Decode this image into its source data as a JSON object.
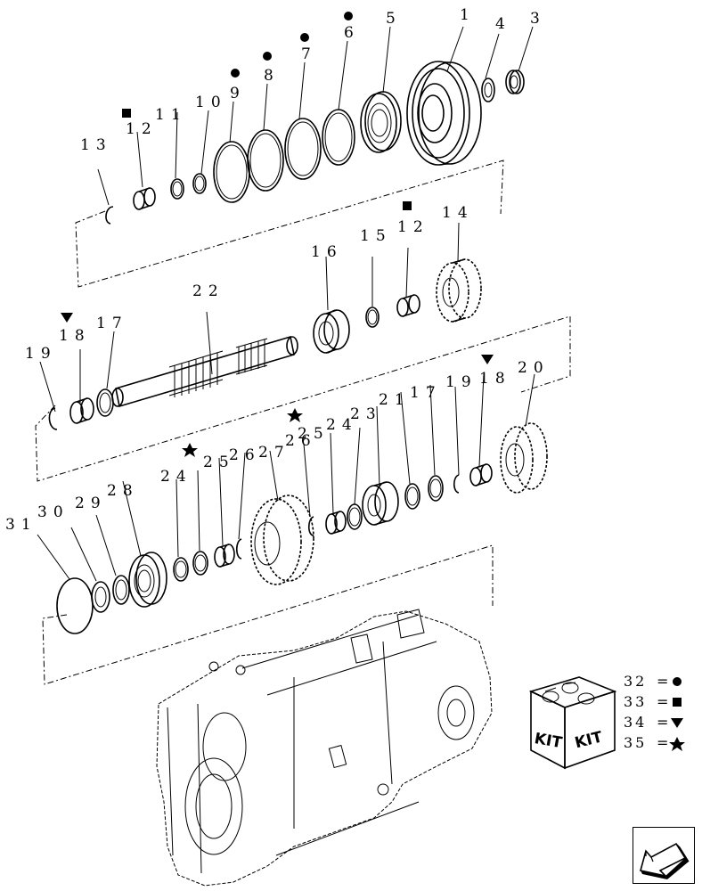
{
  "callouts": {
    "c1": "1",
    "c3": "3",
    "c4": "4",
    "c5": "5",
    "c6": "6",
    "c7": "7",
    "c8": "8",
    "c9": "9",
    "c10": "10",
    "c11": "11",
    "c12a": "12",
    "c13": "13",
    "c14": "14",
    "c15": "15",
    "c12b": "12",
    "c16": "16",
    "c22": "22",
    "c18a": "18",
    "c17a": "17",
    "c19a": "19",
    "c20": "20",
    "c18b": "18",
    "c19b": "19",
    "c17b": "17",
    "c21": "21",
    "c23": "23",
    "c24a": "24",
    "c25a": "25",
    "c26a": "26",
    "c27": "27",
    "c26b": "26",
    "c25b": "25",
    "c24b": "24",
    "c28": "28",
    "c29": "29",
    "c30": "30",
    "c31": "31"
  },
  "legend": {
    "kit_label_left": "KIT",
    "kit_label_right": "KIT",
    "rows": [
      {
        "number": "32",
        "symbol": "circle"
      },
      {
        "number": "33",
        "symbol": "square"
      },
      {
        "number": "34",
        "symbol": "triangle-down"
      },
      {
        "number": "35",
        "symbol": "star"
      }
    ]
  },
  "nav": {
    "icon": "arrow-previous-icon"
  }
}
